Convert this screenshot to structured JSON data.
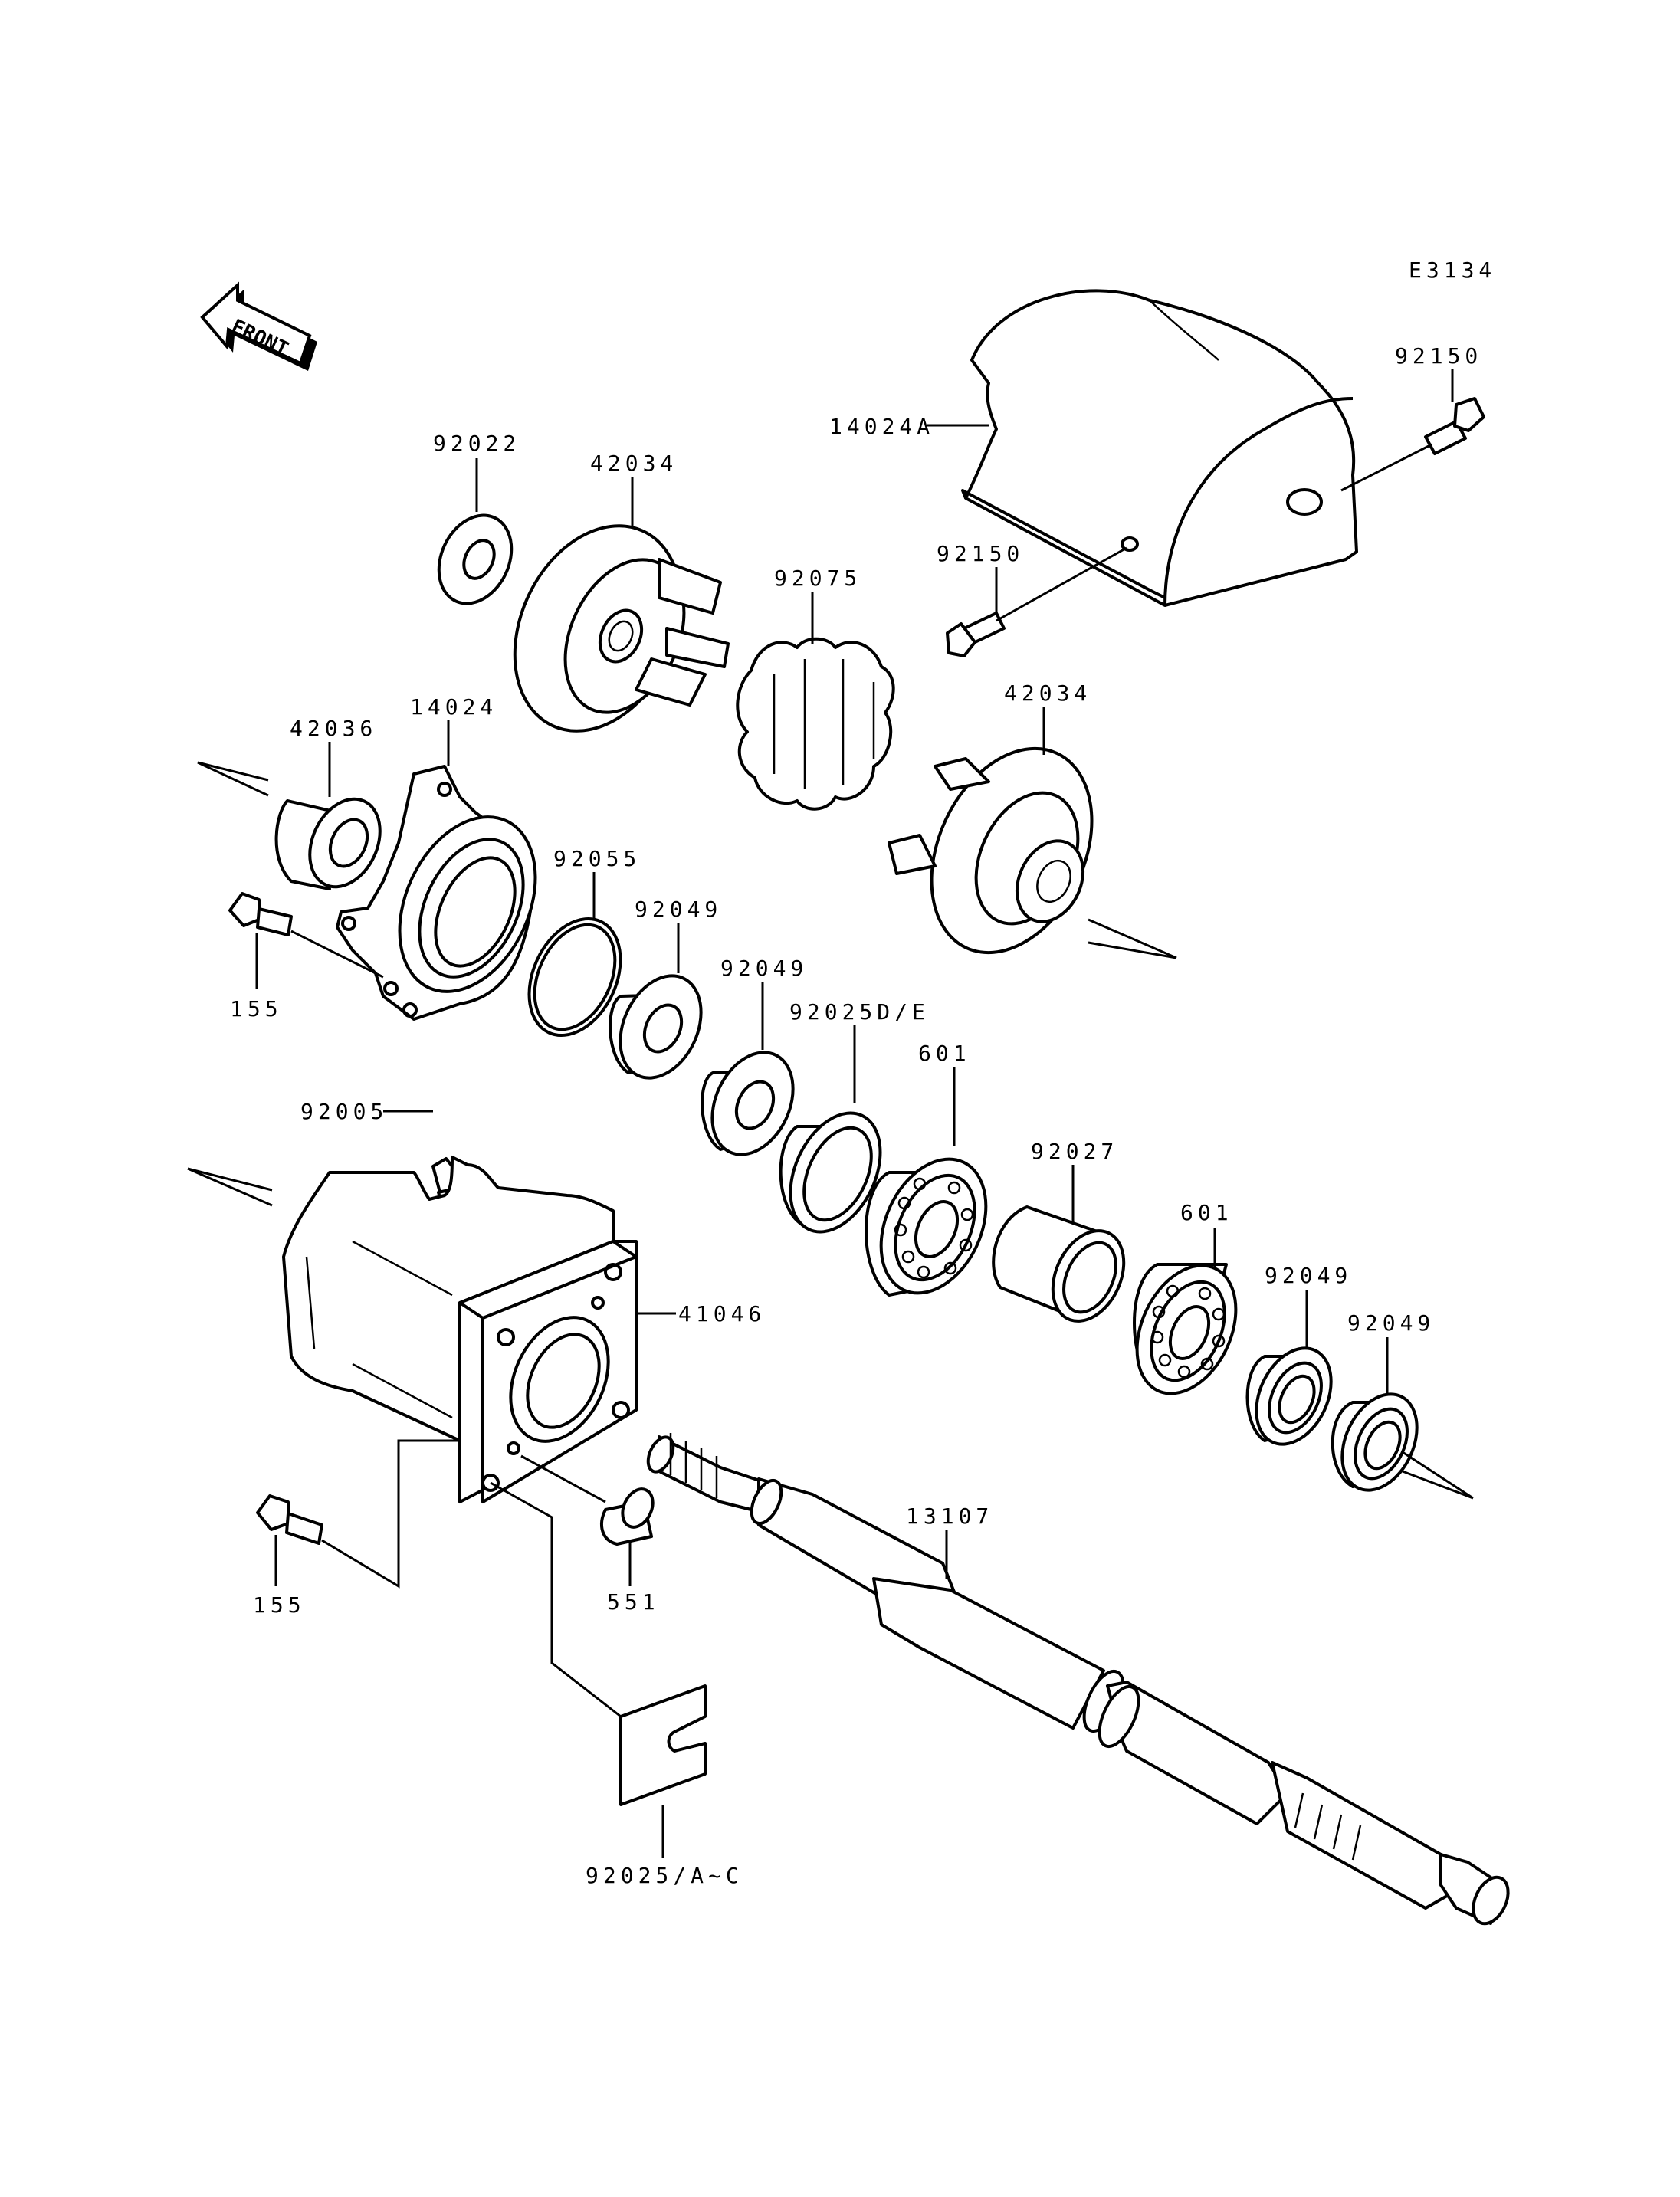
{
  "diagram_code": "E3134",
  "front_label": "FRONT",
  "labels": {
    "p14024A": "14024A",
    "p92150_top": "92150",
    "p92150_mid": "92150",
    "p92022": "92022",
    "p42034_top": "42034",
    "p92075": "92075",
    "p42034_right": "42034",
    "p42036": "42036",
    "p14024": "14024",
    "p92055": "92055",
    "p92049_a": "92049",
    "p92049_b": "92049",
    "p92025DE": "92025D/E",
    "p601_a": "601",
    "p92027": "92027",
    "p601_b": "601",
    "p92049_c": "92049",
    "p92049_d": "92049",
    "p155_top": "155",
    "p92005": "92005",
    "p41046": "41046",
    "p13107": "13107",
    "p155_bottom": "155",
    "p551": "551",
    "p92025AC": "92025/A~C"
  }
}
